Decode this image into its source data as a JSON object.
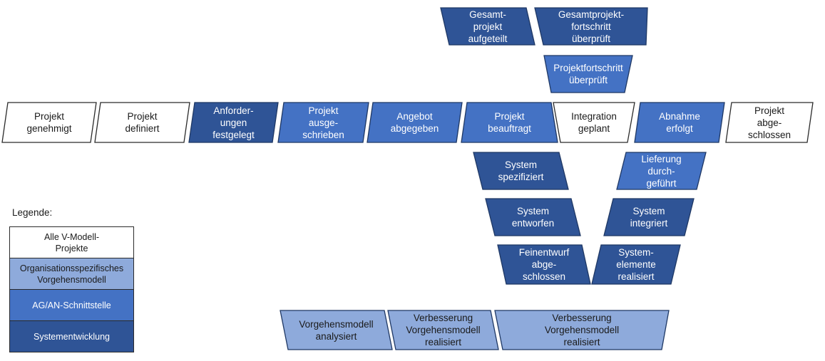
{
  "colors": {
    "white": "#FFFFFF",
    "light_blue": "#8EAADB",
    "medium_blue": "#4472C4",
    "dark_blue": "#2F5496"
  },
  "milestones": {
    "gesamtprojekt_aufgeteilt": "Gesamt-\nprojekt\naufgeteilt",
    "gesamtprojektfortschritt_ueberprueft": "Gesamtprojekt-\nfortschritt\nüberprüft",
    "projektfortschritt_ueberprueft": "Projektfortschritt\nüberprüft",
    "projekt_genehmigt": "Projekt\ngenehmigt",
    "projekt_definiert": "Projekt\ndefiniert",
    "anforderungen_festgelegt": "Anforder-\nungen\nfestgelegt",
    "projekt_ausgeschrieben": "Projekt\nausge-\nschrieben",
    "angebot_abgegeben": "Angebot\nabgegeben",
    "projekt_beauftragt": "Projekt\nbeauftragt",
    "integration_geplant": "Integration\ngeplant",
    "abnahme_erfolgt": "Abnahme\nerfolgt",
    "projekt_abgeschlossen": "Projekt\nabge-\nschlossen",
    "system_spezifiziert": "System\nspezifiziert",
    "system_entworfen": "System\nentworfen",
    "feinentwurf_abgeschlossen": "Feinentwurf\nabge-\nschlossen",
    "lieferung_durchgefuehrt": "Lieferung\ndurch-\ngeführt",
    "system_integriert": "System\nintegriert",
    "systemelemente_realisiert": "System-\nelemente\nrealisiert",
    "vorgehensmodell_analysiert": "Vorgehensmodell\nanalysiert",
    "verbesserung_vorgehensmodell_1": "Verbesserung\nVorgehensmodell\nrealisiert",
    "verbesserung_vorgehensmodell_2": "Verbesserung\nVorgehensmodell\nrealisiert"
  },
  "legend": {
    "title": "Legende:",
    "items": [
      {
        "label": "Alle V-Modell-\nProjekte",
        "category": "alle-v-modell-projekte"
      },
      {
        "label": "Organisationsspezifisches\nVorgehensmodell",
        "category": "organisationsspezifisches-vorgehensmodell"
      },
      {
        "label": "AG/AN-Schnittstelle",
        "category": "ag-an-schnittstelle"
      },
      {
        "label": "Systementwicklung",
        "category": "systementwicklung"
      }
    ]
  }
}
